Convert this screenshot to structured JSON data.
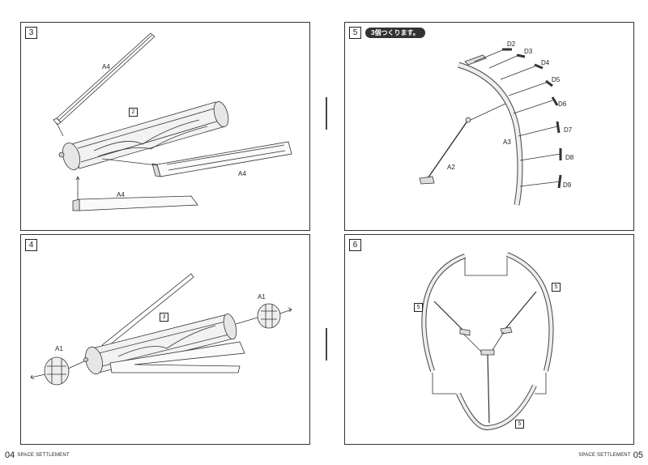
{
  "steps": [
    {
      "number": "3",
      "labels": {
        "a4_top": "A4",
        "part_box": "2",
        "a4_right": "A4",
        "a4_bottom": "A4"
      }
    },
    {
      "number": "4",
      "labels": {
        "a1_left": "A1",
        "a1_right": "A1",
        "part_box": "3"
      }
    },
    {
      "number": "5",
      "note": "3個つくります。",
      "labels": {
        "d2": "D2",
        "d3": "D3",
        "d4": "D4",
        "d5": "D5",
        "d6": "D6",
        "d7": "D7",
        "d8": "D8",
        "d9": "D9",
        "a3": "A3",
        "a2": "A2"
      }
    },
    {
      "number": "6",
      "labels": {
        "box_right": "5",
        "box_left": "5",
        "box_bottom": "5"
      }
    }
  ],
  "footer": {
    "left_page": "04",
    "left_title": "SPACE SETTLEMENT",
    "right_title": "SPACE SETTLEMENT",
    "right_page": "05"
  }
}
